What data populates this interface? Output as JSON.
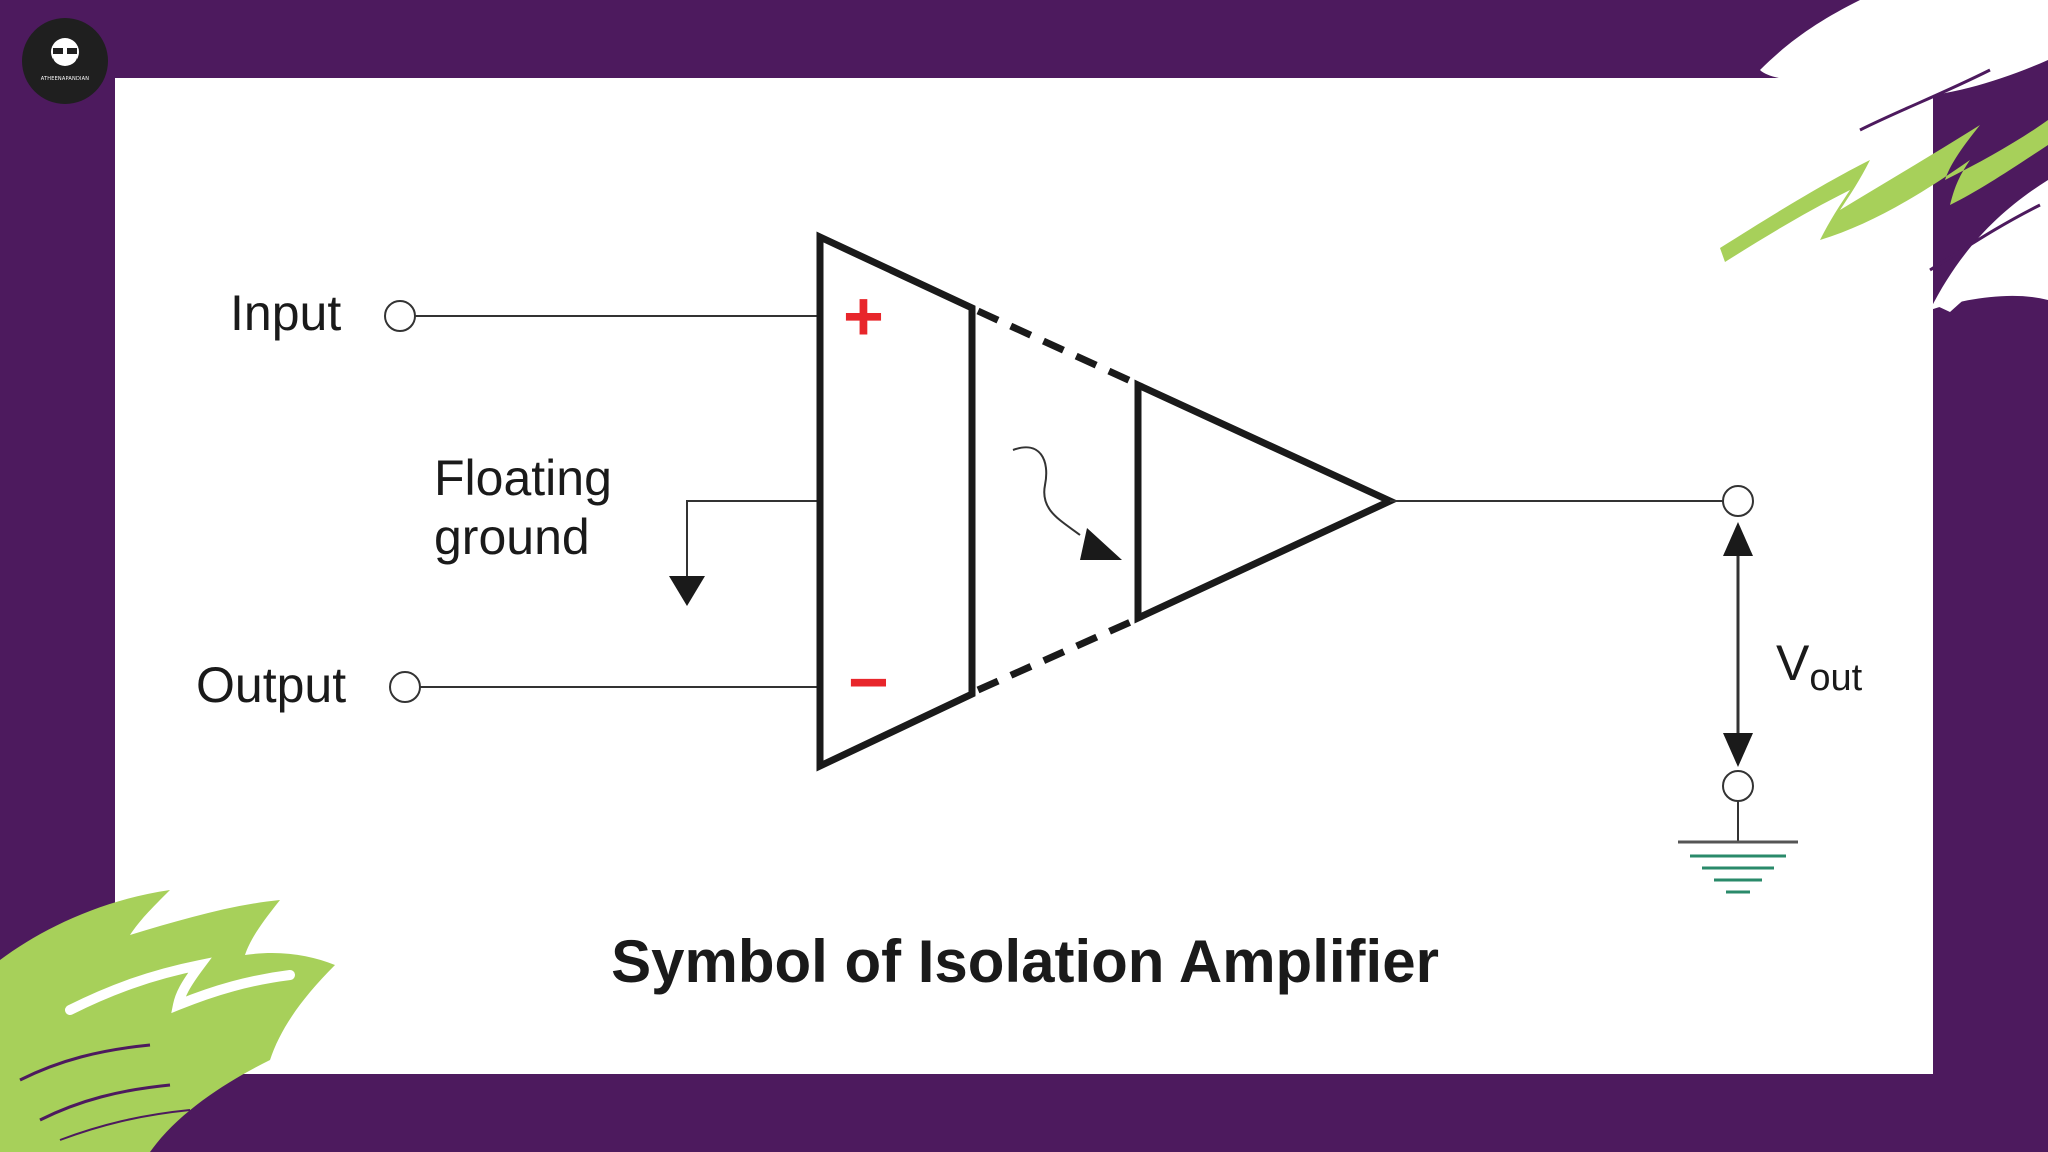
{
  "diagram": {
    "title": "Symbol of Isolation Amplifier",
    "labels": {
      "input": "Input",
      "output": "Output",
      "floating_ground_line1": "Floating",
      "floating_ground_line2": "ground",
      "vout_main": "V",
      "vout_sub": "out",
      "plus": "+",
      "minus": "−"
    }
  },
  "logo": {
    "text": "ATHEENAPANDIAN"
  },
  "colors": {
    "background": "#4d1a5e",
    "card": "#ffffff",
    "plus": "#e8262b",
    "minus": "#e8262b",
    "ground": "#2a8a6a",
    "brush": "#a7d05a"
  },
  "icons": [
    "ground-symbol-icon",
    "arrow-icon",
    "logo-icon"
  ]
}
